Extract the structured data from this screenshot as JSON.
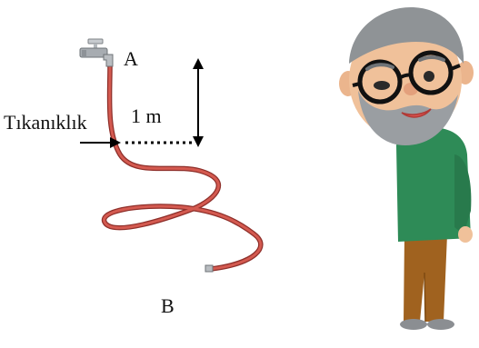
{
  "labels": {
    "point_a": "A",
    "point_b": "B",
    "blockage": "Tıkanıklık",
    "height": "1 m"
  },
  "colors": {
    "hose": "#c94a43",
    "hose_edge": "#8e2f2a",
    "tap": "#9ea3a8",
    "shirt": "#2e8b57",
    "trousers": "#a0621f",
    "skin": "#f0c19a",
    "hair": "#8f9396"
  },
  "icons": [
    "tap-icon",
    "old-man-illustration"
  ]
}
